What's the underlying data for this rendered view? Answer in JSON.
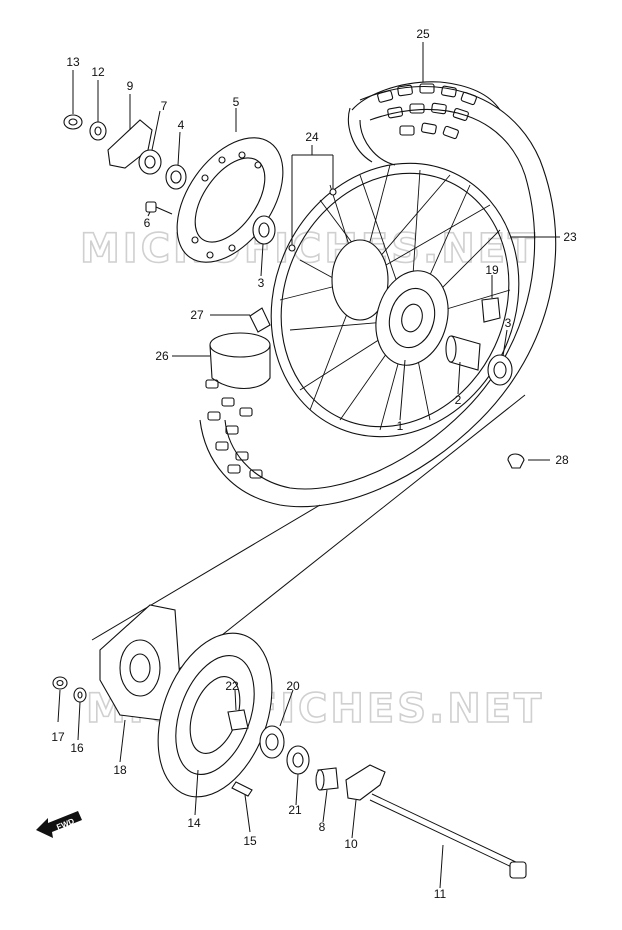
{
  "watermark": [
    "MICROFICHES.NET",
    "MICROFICHES.NET"
  ],
  "direction_marker": "FWD",
  "part_numbers": [
    "1",
    "2",
    "3",
    "3",
    "4",
    "5",
    "6",
    "7",
    "8",
    "9",
    "10",
    "11",
    "12",
    "13",
    "14",
    "15",
    "16",
    "17",
    "18",
    "19",
    "20",
    "21",
    "22",
    "23",
    "24",
    "25",
    "26",
    "27",
    "28"
  ]
}
